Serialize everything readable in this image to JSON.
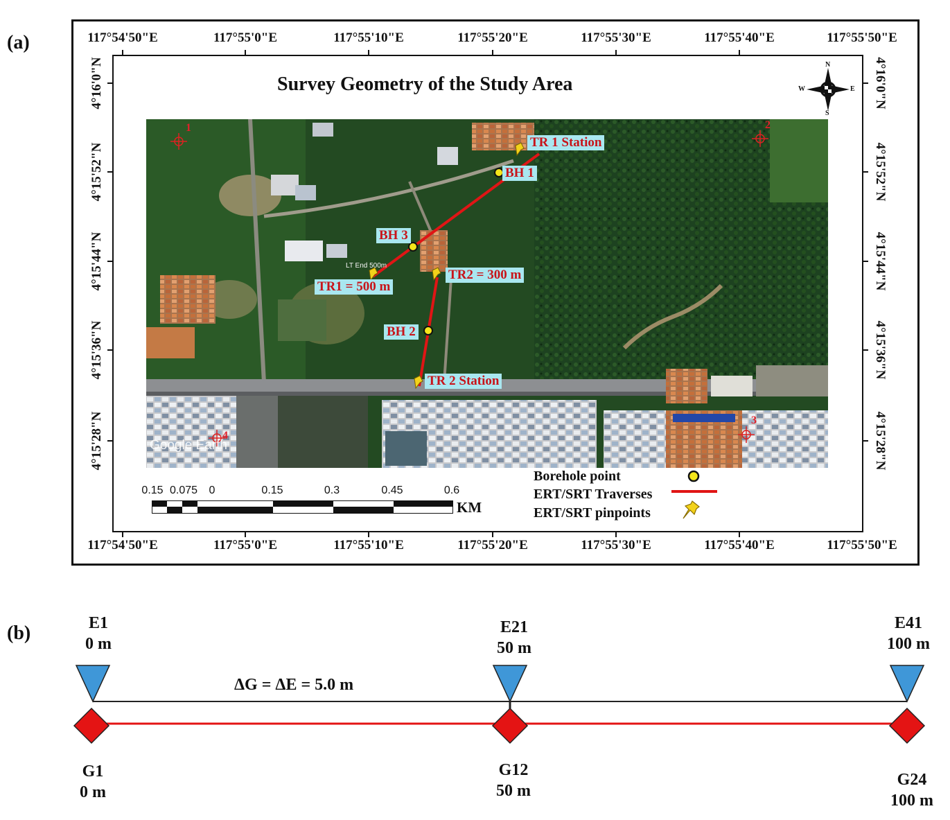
{
  "panel_a": {
    "label": "(a)",
    "title": "Survey Geometry of the Study Area",
    "lon_labels": [
      "117°54'50\"E",
      "117°55'0\"E",
      "117°55'10\"E",
      "117°55'20\"E",
      "117°55'30\"E",
      "117°55'40\"E",
      "117°55'50\"E"
    ],
    "lat_labels": [
      "4°16'0\"N",
      "4°15'52\"N",
      "4°15'44\"N",
      "4°15'36\"N",
      "4°15'28\"N"
    ],
    "callouts": {
      "tr1_station": "TR 1 Station",
      "bh1": "BH 1",
      "bh3": "BH 3",
      "tr2_length": "TR2 = 300 m",
      "tr1_length": "TR1 = 500 m",
      "bh2": "BH 2",
      "tr2_station": "TR 2 Station",
      "lt_end": "LT End 500m"
    },
    "corner_markers": [
      "1",
      "2",
      "3",
      "4"
    ],
    "watermark": "Google Earth",
    "compass": {
      "n": "N",
      "s": "S",
      "e": "E",
      "w": "W"
    },
    "scale_bar": {
      "labels": [
        "0.15",
        "0.075",
        "0",
        "0.15",
        "0.3",
        "0.45",
        "0.6"
      ],
      "unit": "KM"
    },
    "legend": {
      "borehole": "Borehole point",
      "traverses": "ERT/SRT Traverses",
      "pinpoints": "ERT/SRT pinpoints"
    },
    "colors": {
      "traverse": "#e01515",
      "borehole": "#f5e61a",
      "callout_bg": "#a9e7f0",
      "callout_text": "#c8141a"
    }
  },
  "panel_b": {
    "label": "(b)",
    "spacing_label": "ΔG = ΔE = 5.0 m",
    "electrodes": [
      {
        "name": "E1",
        "distance": "0 m"
      },
      {
        "name": "E21",
        "distance": "50 m"
      },
      {
        "name": "E41",
        "distance": "100 m"
      }
    ],
    "geophones": [
      {
        "name": "G1",
        "distance": "0 m"
      },
      {
        "name": "G12",
        "distance": "50 m"
      },
      {
        "name": "G24",
        "distance": "100 m"
      }
    ],
    "colors": {
      "electrode": "#3f97d8",
      "geophone": "#e41414",
      "geophone_line": "#e41414",
      "electrode_line": "#222222"
    }
  }
}
